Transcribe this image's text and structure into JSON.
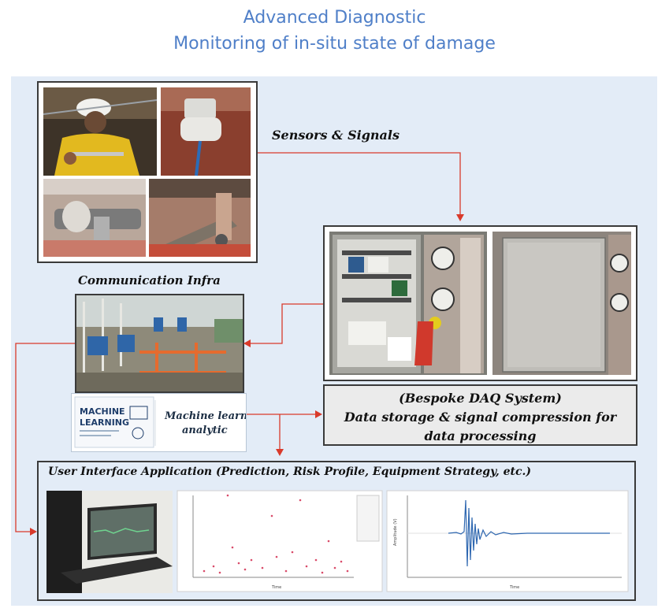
{
  "title": {
    "line1": "Advanced Diagnostic",
    "line2": "Monitoring of in-situ state of damage"
  },
  "blocks": {
    "sensors": "Sensors & Signals",
    "communication": "Communication Infra",
    "daq_line1": "(Bespoke DAQ System)",
    "daq_line2": "Data storage & signal compression for",
    "daq_line3": "data processing",
    "ml_logo_line1": "MACHINE",
    "ml_logo_line2": "LEARNING",
    "ml_text_line1": "Machine learning",
    "ml_text_line2": "analytic",
    "ui": "User Interface Application (Prediction, Risk Profile, Equipment Strategy, etc.)"
  },
  "plots": {
    "scatter_xlabel": "Time",
    "wave_xlabel": "Time",
    "wave_ylabel": "Amplitude (V)"
  },
  "colors": {
    "title": "#4f7fc8",
    "panel": "#e3ecf7",
    "arrow": "#d93a2b",
    "border": "#3a3a3a"
  }
}
